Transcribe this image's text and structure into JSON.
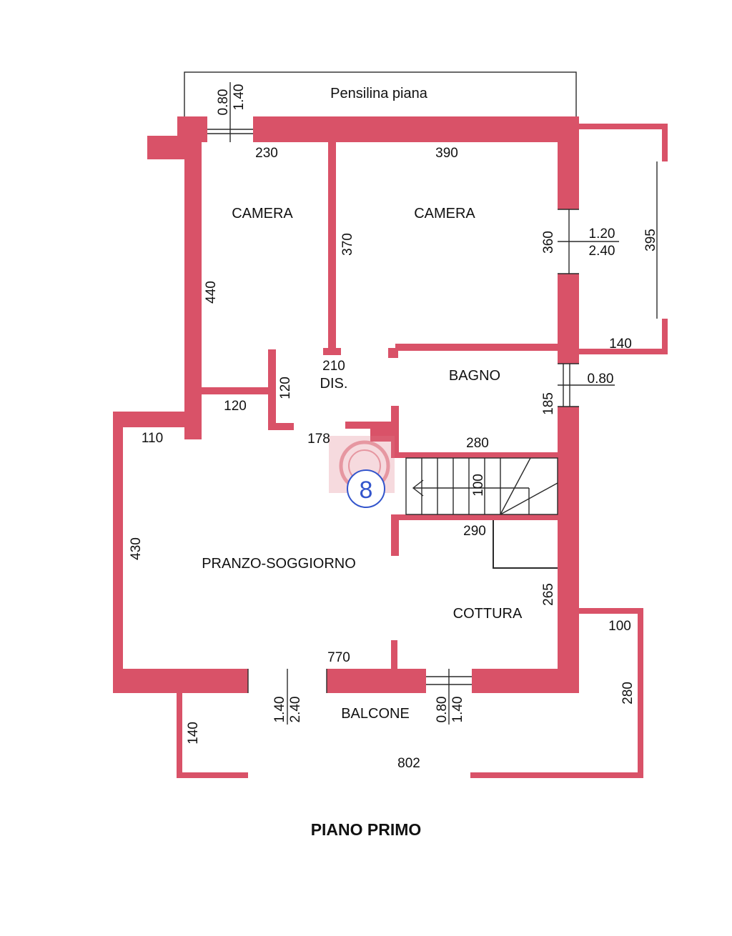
{
  "colors": {
    "wall": "#d95268",
    "line": "#2a2a2a",
    "logo_circle": "#3355cc",
    "logo_mark": "#e07a88"
  },
  "canopy_label": "Pensilina piana",
  "rooms": {
    "camera_left": "CAMERA",
    "camera_right": "CAMERA",
    "disimpegno": "DIS.",
    "bagno": "BAGNO",
    "pranzo": "PRANZO-SOGGIORNO",
    "cottura": "COTTURA",
    "balcone": "BALCONE"
  },
  "dimensions": {
    "top_window_w": "0.80",
    "top_window_h": "1.40",
    "camera_left_w": "230",
    "camera_right_w": "390",
    "camera_left_h": "440",
    "partition_h": "370",
    "right_window_w": "1.20",
    "right_window_h": "2.40",
    "camera_right_h": "360",
    "terrace_h": "395",
    "terrace_w": "140",
    "dis_w": "210",
    "wing_w": "120",
    "wing_h": "120",
    "bagno_window": "0.80",
    "bagno_h": "185",
    "entry_w": "110",
    "passage_w": "178",
    "bagno_w": "280",
    "stair_w": "100",
    "stair_len": "290",
    "living_h": "430",
    "cottura_h": "265",
    "right_balcony_w": "100",
    "right_balcony_h": "280",
    "living_w": "770",
    "bottom_window_w": "1.40",
    "bottom_window_h": "2.40",
    "bottom_window2_w": "0.80",
    "bottom_window2_h": "1.40",
    "balcony_left_h": "140",
    "balcony_w": "802"
  },
  "logo_number": "8",
  "title": "PIANO PRIMO"
}
